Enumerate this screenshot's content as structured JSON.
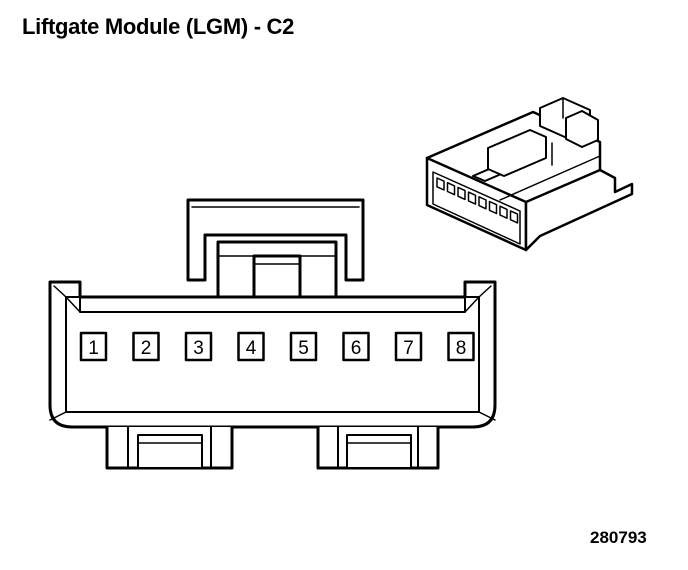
{
  "diagram": {
    "title": "Liftgate Module (LGM) - C2",
    "figure_id": "280793",
    "pins": [
      "1",
      "2",
      "3",
      "4",
      "5",
      "6",
      "7",
      "8"
    ],
    "colors": {
      "line": "#000000",
      "background": "#ffffff"
    }
  }
}
